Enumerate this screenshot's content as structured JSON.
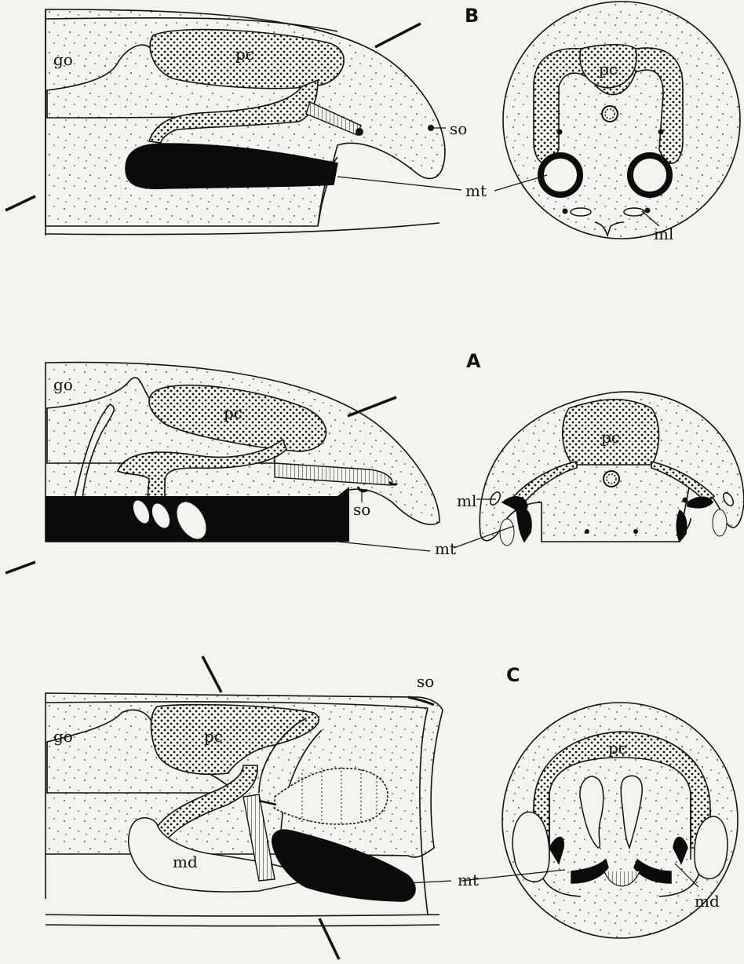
{
  "panels": [
    {
      "id": "B",
      "letter": "B"
    },
    {
      "id": "A",
      "letter": "A"
    },
    {
      "id": "C",
      "letter": "C"
    }
  ],
  "labels": {
    "go": "go",
    "pc": "pc",
    "so": "so",
    "mt": "mt",
    "ml": "ml",
    "md": "md"
  }
}
